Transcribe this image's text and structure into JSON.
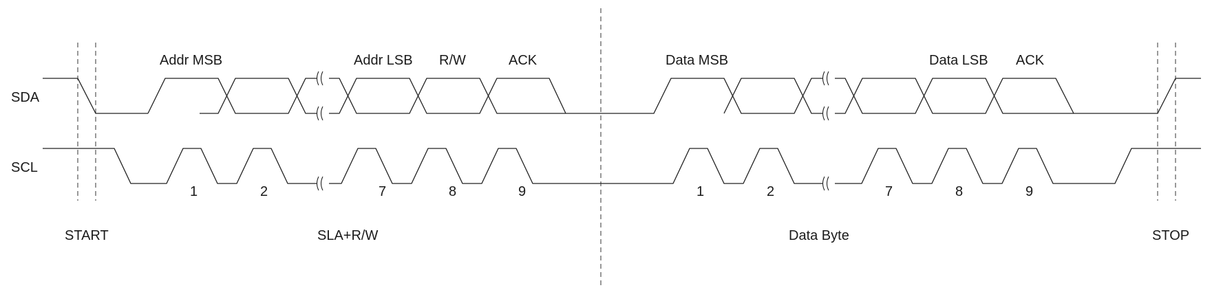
{
  "signals": {
    "sda": "SDA",
    "scl": "SCL"
  },
  "address_phase": {
    "addr_msb": "Addr MSB",
    "addr_lsb": "Addr LSB",
    "rw": "R/W",
    "ack": "ACK",
    "bits": [
      "1",
      "2",
      "7",
      "8",
      "9"
    ],
    "caption": "SLA+R/W"
  },
  "data_phase": {
    "data_msb": "Data MSB",
    "data_lsb": "Data LSB",
    "ack": "ACK",
    "bits": [
      "1",
      "2",
      "7",
      "8",
      "9"
    ],
    "caption": "Data Byte"
  },
  "conditions": {
    "start": "START",
    "stop": "STOP"
  },
  "colors": {
    "line": "#222222",
    "guide": "#555555",
    "text": "#1a1a1a"
  }
}
